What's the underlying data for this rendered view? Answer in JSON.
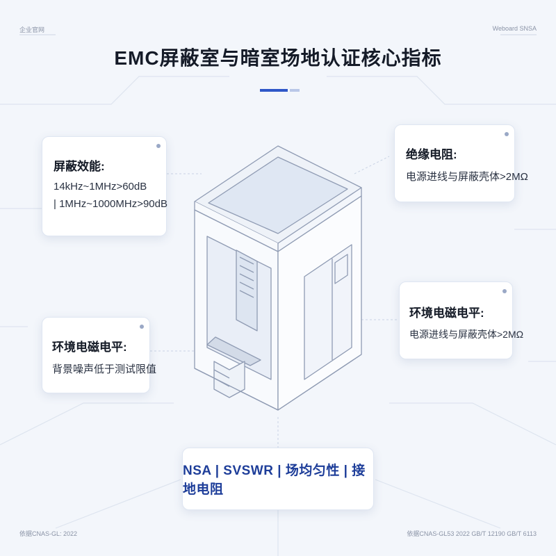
{
  "header": {
    "left_label": "企业官网",
    "right_label": "Weboard SNSA"
  },
  "title": "EMC屏蔽室与暗室场地认证核心指标",
  "cards": {
    "shielding": {
      "heading": "屏蔽效能:",
      "line1": "14kHz~1MHz>60dB",
      "line2": "| 1MHz~1000MHz>90dB"
    },
    "insulation": {
      "heading": "绝缘电阻:",
      "line1": "电源进线与屏蔽壳体>2MΩ"
    },
    "env_right": {
      "heading": "环境电磁电平:",
      "line1": "电源进线与屏蔽壳体>2MΩ"
    },
    "env_left": {
      "heading": "环境电磁电平:",
      "line1": "背景噪声低于测试限值"
    }
  },
  "bottom": {
    "text": "NSA | SVSWR | 场均匀性 | 接地电阻"
  },
  "footer": {
    "left": "依据CNAS-GL: 2022",
    "right": "依据CNAS-GL53 2022 GB/T 12190 GB/T 6113"
  },
  "colors": {
    "accent": "#2f57c8",
    "bottom_text": "#1d3d99",
    "background": "#f3f6fb"
  }
}
